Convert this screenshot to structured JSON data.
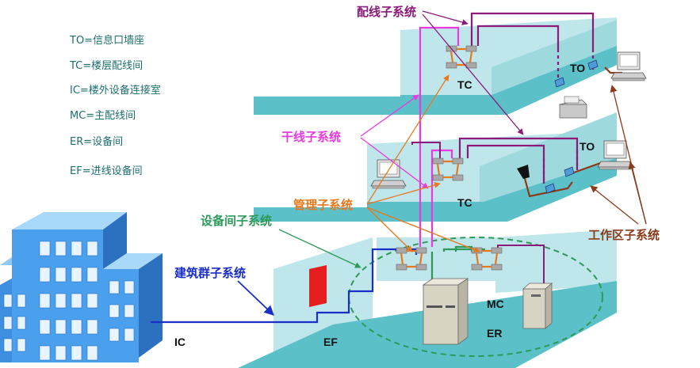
{
  "legend": [
    "TO=信息口墙座",
    "TC=楼层配线间",
    "IC=楼外设备连接室",
    "MC=主配线间",
    "ER=设备间",
    "EF=进线设备间"
  ],
  "subsystems": {
    "horizontal": "配线子系统",
    "backbone": "干线子系统",
    "administration": "管理子系统",
    "equipment_room": "设备间子系统",
    "campus": "建筑群子系统",
    "work_area": "工作区子系统"
  },
  "floor_labels": {
    "top_tc": "TC",
    "mid_tc": "TC",
    "top_to": "TO",
    "mid_to": "TO",
    "ic": "IC",
    "ef": "EF",
    "mc": "MC",
    "er": "ER"
  },
  "colors": {
    "legend_text": "#1f6f6f",
    "horizontal": "#8b1a7a",
    "backbone": "#e83ae0",
    "administration": "#e87820",
    "equipment_room": "#2e9a5a",
    "campus": "#1a2fc8",
    "work_area": "#8b3a1a",
    "floor": "#5bc0c8",
    "wall": "#bfe6ea"
  }
}
